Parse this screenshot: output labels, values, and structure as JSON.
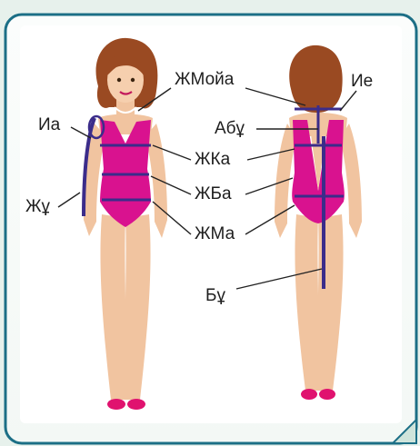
{
  "labels": {
    "neck_girth": "ЖМойа",
    "shoulder_width": "Ие",
    "arm_girth": "Иа",
    "back_length": "Абұ",
    "chest_girth": "ЖКа",
    "arm_length": "Жұ",
    "waist_girth": "ЖБа",
    "hip_girth": "ЖМа",
    "product_length": "Бұ"
  },
  "colors": {
    "background": "#e7f1ec",
    "panel": "#ffffff",
    "border": "#1c6f86",
    "swimsuit": "#d9128f",
    "skin": "#f1c4a0",
    "hair": "#9a4a22",
    "measure_line": "#3b2c8a",
    "shoes": "#e0126f",
    "text": "#1e1e1e"
  }
}
